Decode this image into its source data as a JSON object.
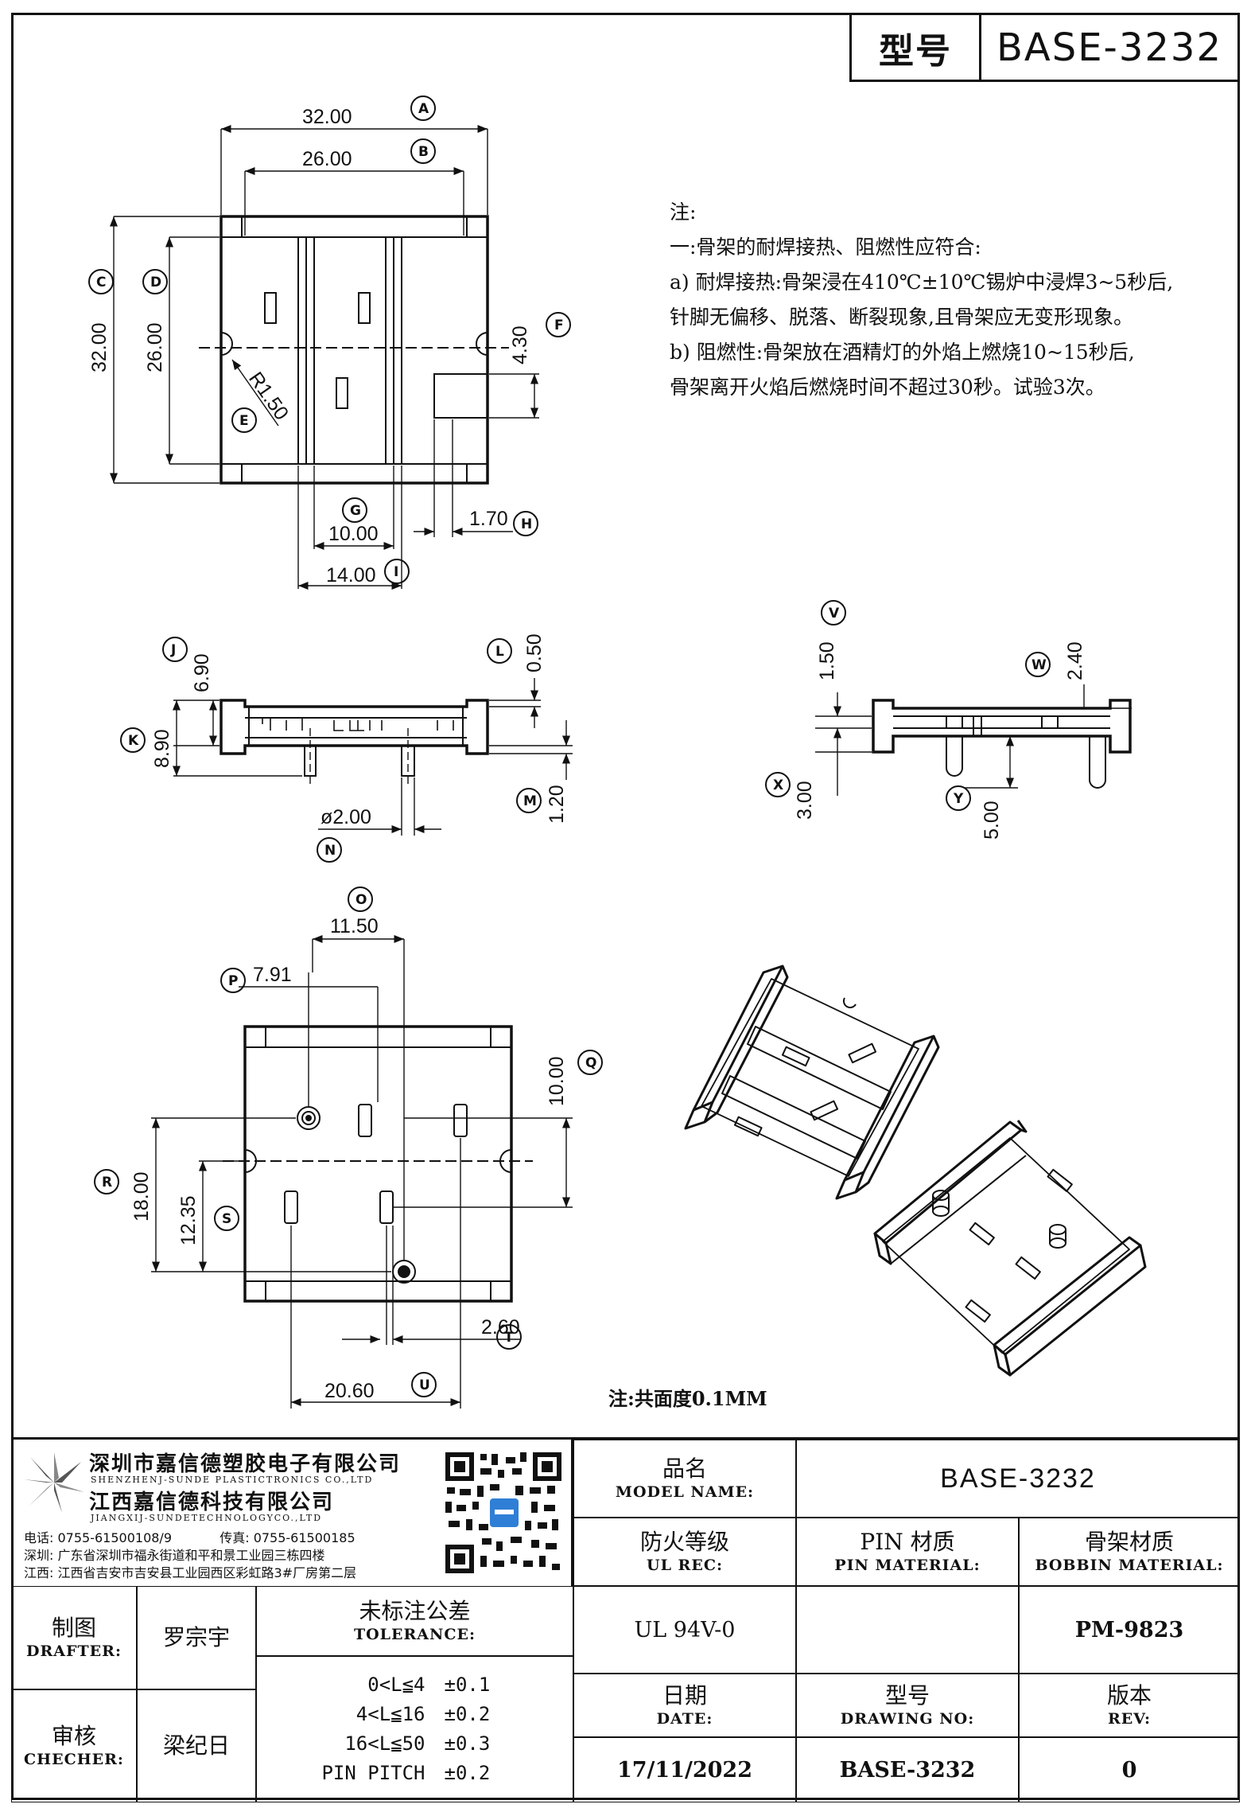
{
  "header": {
    "label": "型号",
    "model": "BASE-3232"
  },
  "notes": {
    "title": "注:",
    "line1": "一:骨架的耐焊接热、阻燃性应符合:",
    "line2": "a) 耐焊接热:骨架浸在410℃±10℃锡炉中浸焊3~5秒后,",
    "line3": "针脚无偏移、脱落、断裂现象,且骨架应无变形现象。",
    "line4": "b) 阻燃性:骨架放在酒精灯的外焰上燃烧10~15秒后,",
    "line5": "骨架离开火焰后燃烧时间不超过30秒。试验3次。"
  },
  "flatness_note": "注:共面度0.1MM",
  "dimensions": {
    "A": "32.00",
    "B": "26.00",
    "C": "32.00",
    "D": "26.00",
    "E": "R1.50",
    "F": "4.30",
    "G": "10.00",
    "H": "1.70",
    "I": "14.00",
    "J": "6.90",
    "K": "8.90",
    "L": "0.50",
    "M": "1.20",
    "N": "ø2.00",
    "V": "1.50",
    "W": "2.40",
    "X": "3.00",
    "Y": "5.00",
    "O": "11.50",
    "P": "7.91",
    "Q": "10.00",
    "R": "18.00",
    "S": "12.35",
    "T": "2.60",
    "U": "20.60"
  },
  "company": {
    "name1": "深圳市嘉信德塑胶电子有限公司",
    "name1_en": "SHENZHENJ-SUNDE PLASTICTRONICS CO.,LTD",
    "name2": "江西嘉信德科技有限公司",
    "name2_en": "JIANGXIJ-SUNDETECHNOLOGYCO.,LTD",
    "phone_label": "电话:",
    "phone": "0755-61500108/9",
    "fax_label": "传真:",
    "fax": "0755-61500185",
    "addr1_label": "深圳:",
    "addr1": "广东省深圳市福永街道和平和景工业园三栋四楼",
    "addr2_label": "江西:",
    "addr2": "江西省吉安市吉安县工业园西区彩虹路3#厂房第二层"
  },
  "titleblock": {
    "model_name_cn": "品名",
    "model_name_en": "MODEL NAME:",
    "model_name_value": "BASE-3232",
    "ul_cn": "防火等级",
    "ul_en": "UL REC:",
    "pin_cn": "PIN 材质",
    "pin_en": "PIN MATERIAL:",
    "bobbin_cn": "骨架材质",
    "bobbin_en": "BOBBIN MATERIAL:",
    "ul_value": "UL 94V-0",
    "pin_value": "",
    "bobbin_value": "PM-9823",
    "drafter_cn": "制图",
    "drafter_en": "DRAFTER:",
    "drafter_name": "罗宗宇",
    "checker_cn": "审核",
    "checker_en": "CHECHER:",
    "checker_name": "梁纪日",
    "tol_cn": "未标注公差",
    "tol_en": "TOLERANCE:",
    "tol_rows": [
      {
        "range": "0<L≦4",
        "val": "±0.1"
      },
      {
        "range": "4<L≦16",
        "val": "±0.2"
      },
      {
        "range": "16<L≦50",
        "val": "±0.3"
      },
      {
        "range": "PIN PITCH",
        "val": "±0.2"
      }
    ],
    "date_cn": "日期",
    "date_en": "DATE:",
    "drawing_cn": "型号",
    "drawing_en": "DRAWING NO:",
    "rev_cn": "版本",
    "rev_en": "REV:",
    "date_value": "17/11/2022",
    "drawing_value": "BASE-3232",
    "rev_value": "0"
  }
}
